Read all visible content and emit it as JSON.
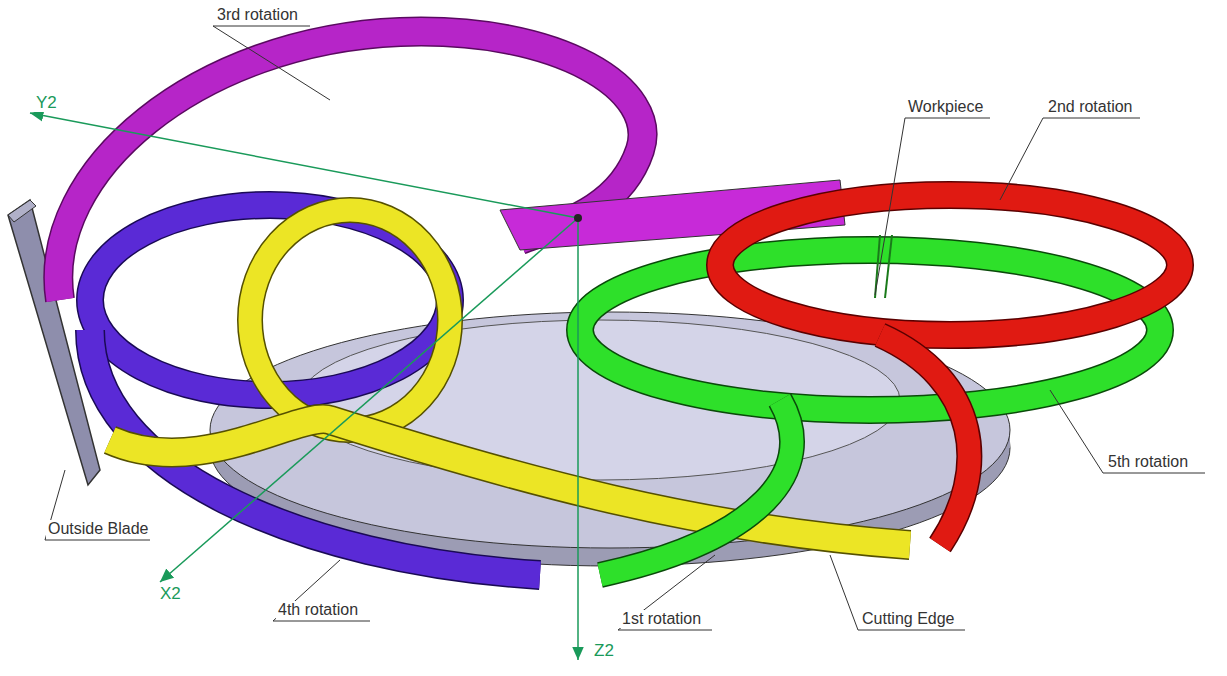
{
  "diagram": {
    "labels": [
      "3rd rotation",
      "Y2",
      "Workpiece",
      "2nd rotation",
      "5th rotation",
      "Outside Blade",
      "X2",
      "4th rotation",
      "1st rotation",
      "Cutting Edge",
      "Z2"
    ]
  }
}
